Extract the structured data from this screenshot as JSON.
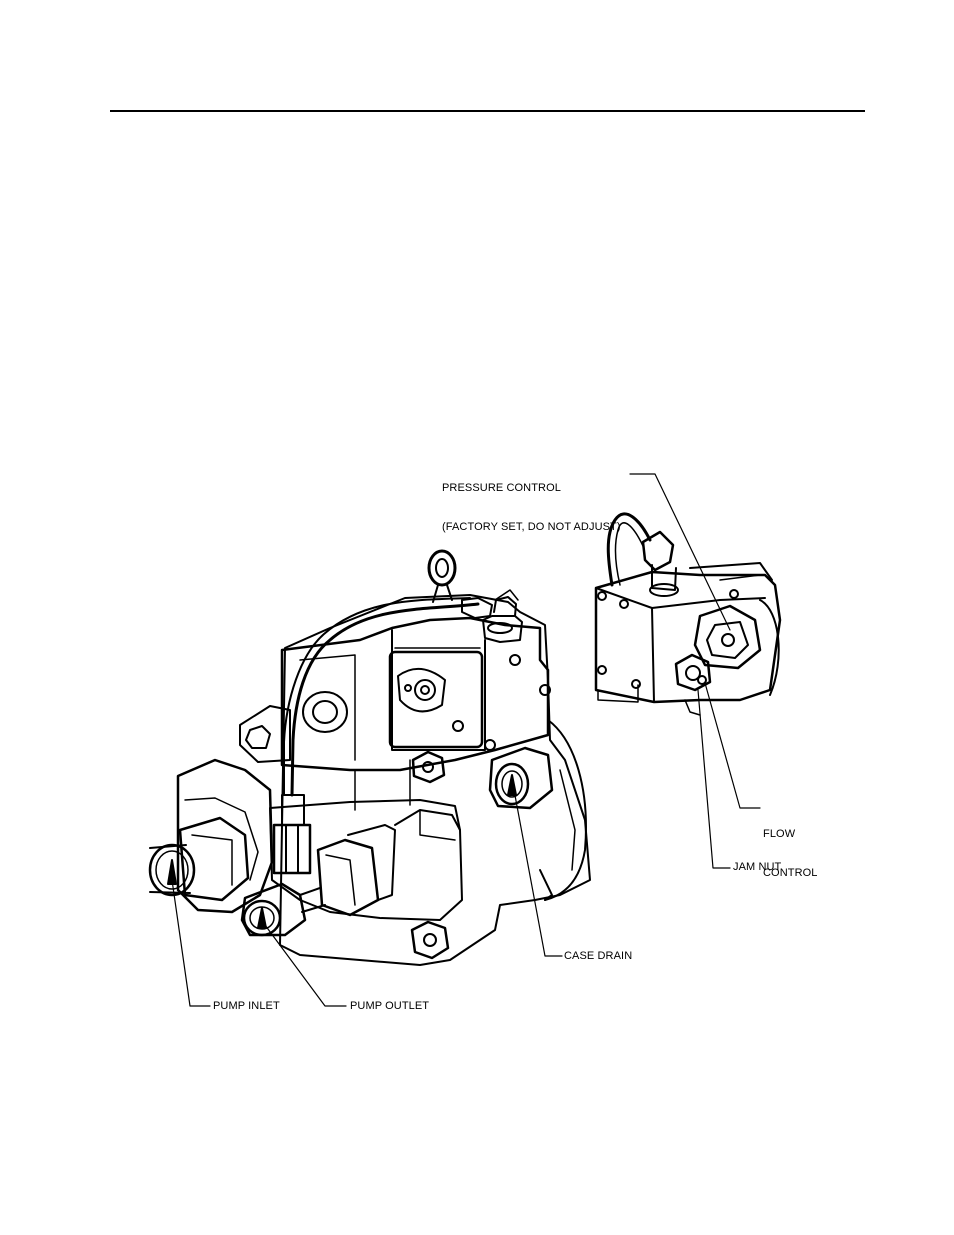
{
  "figure": {
    "labels": {
      "pressure_control": "PRESSURE CONTROL",
      "pressure_control_note": "(FACTORY SET, DO NOT ADJUST)",
      "flow_control_line1": "FLOW",
      "flow_control_line2": "CONTROL",
      "jam_nut": "JAM NUT",
      "case_drain": "CASE DRAIN",
      "pump_inlet": "PUMP INLET",
      "pump_outlet": "PUMP OUTLET"
    }
  }
}
